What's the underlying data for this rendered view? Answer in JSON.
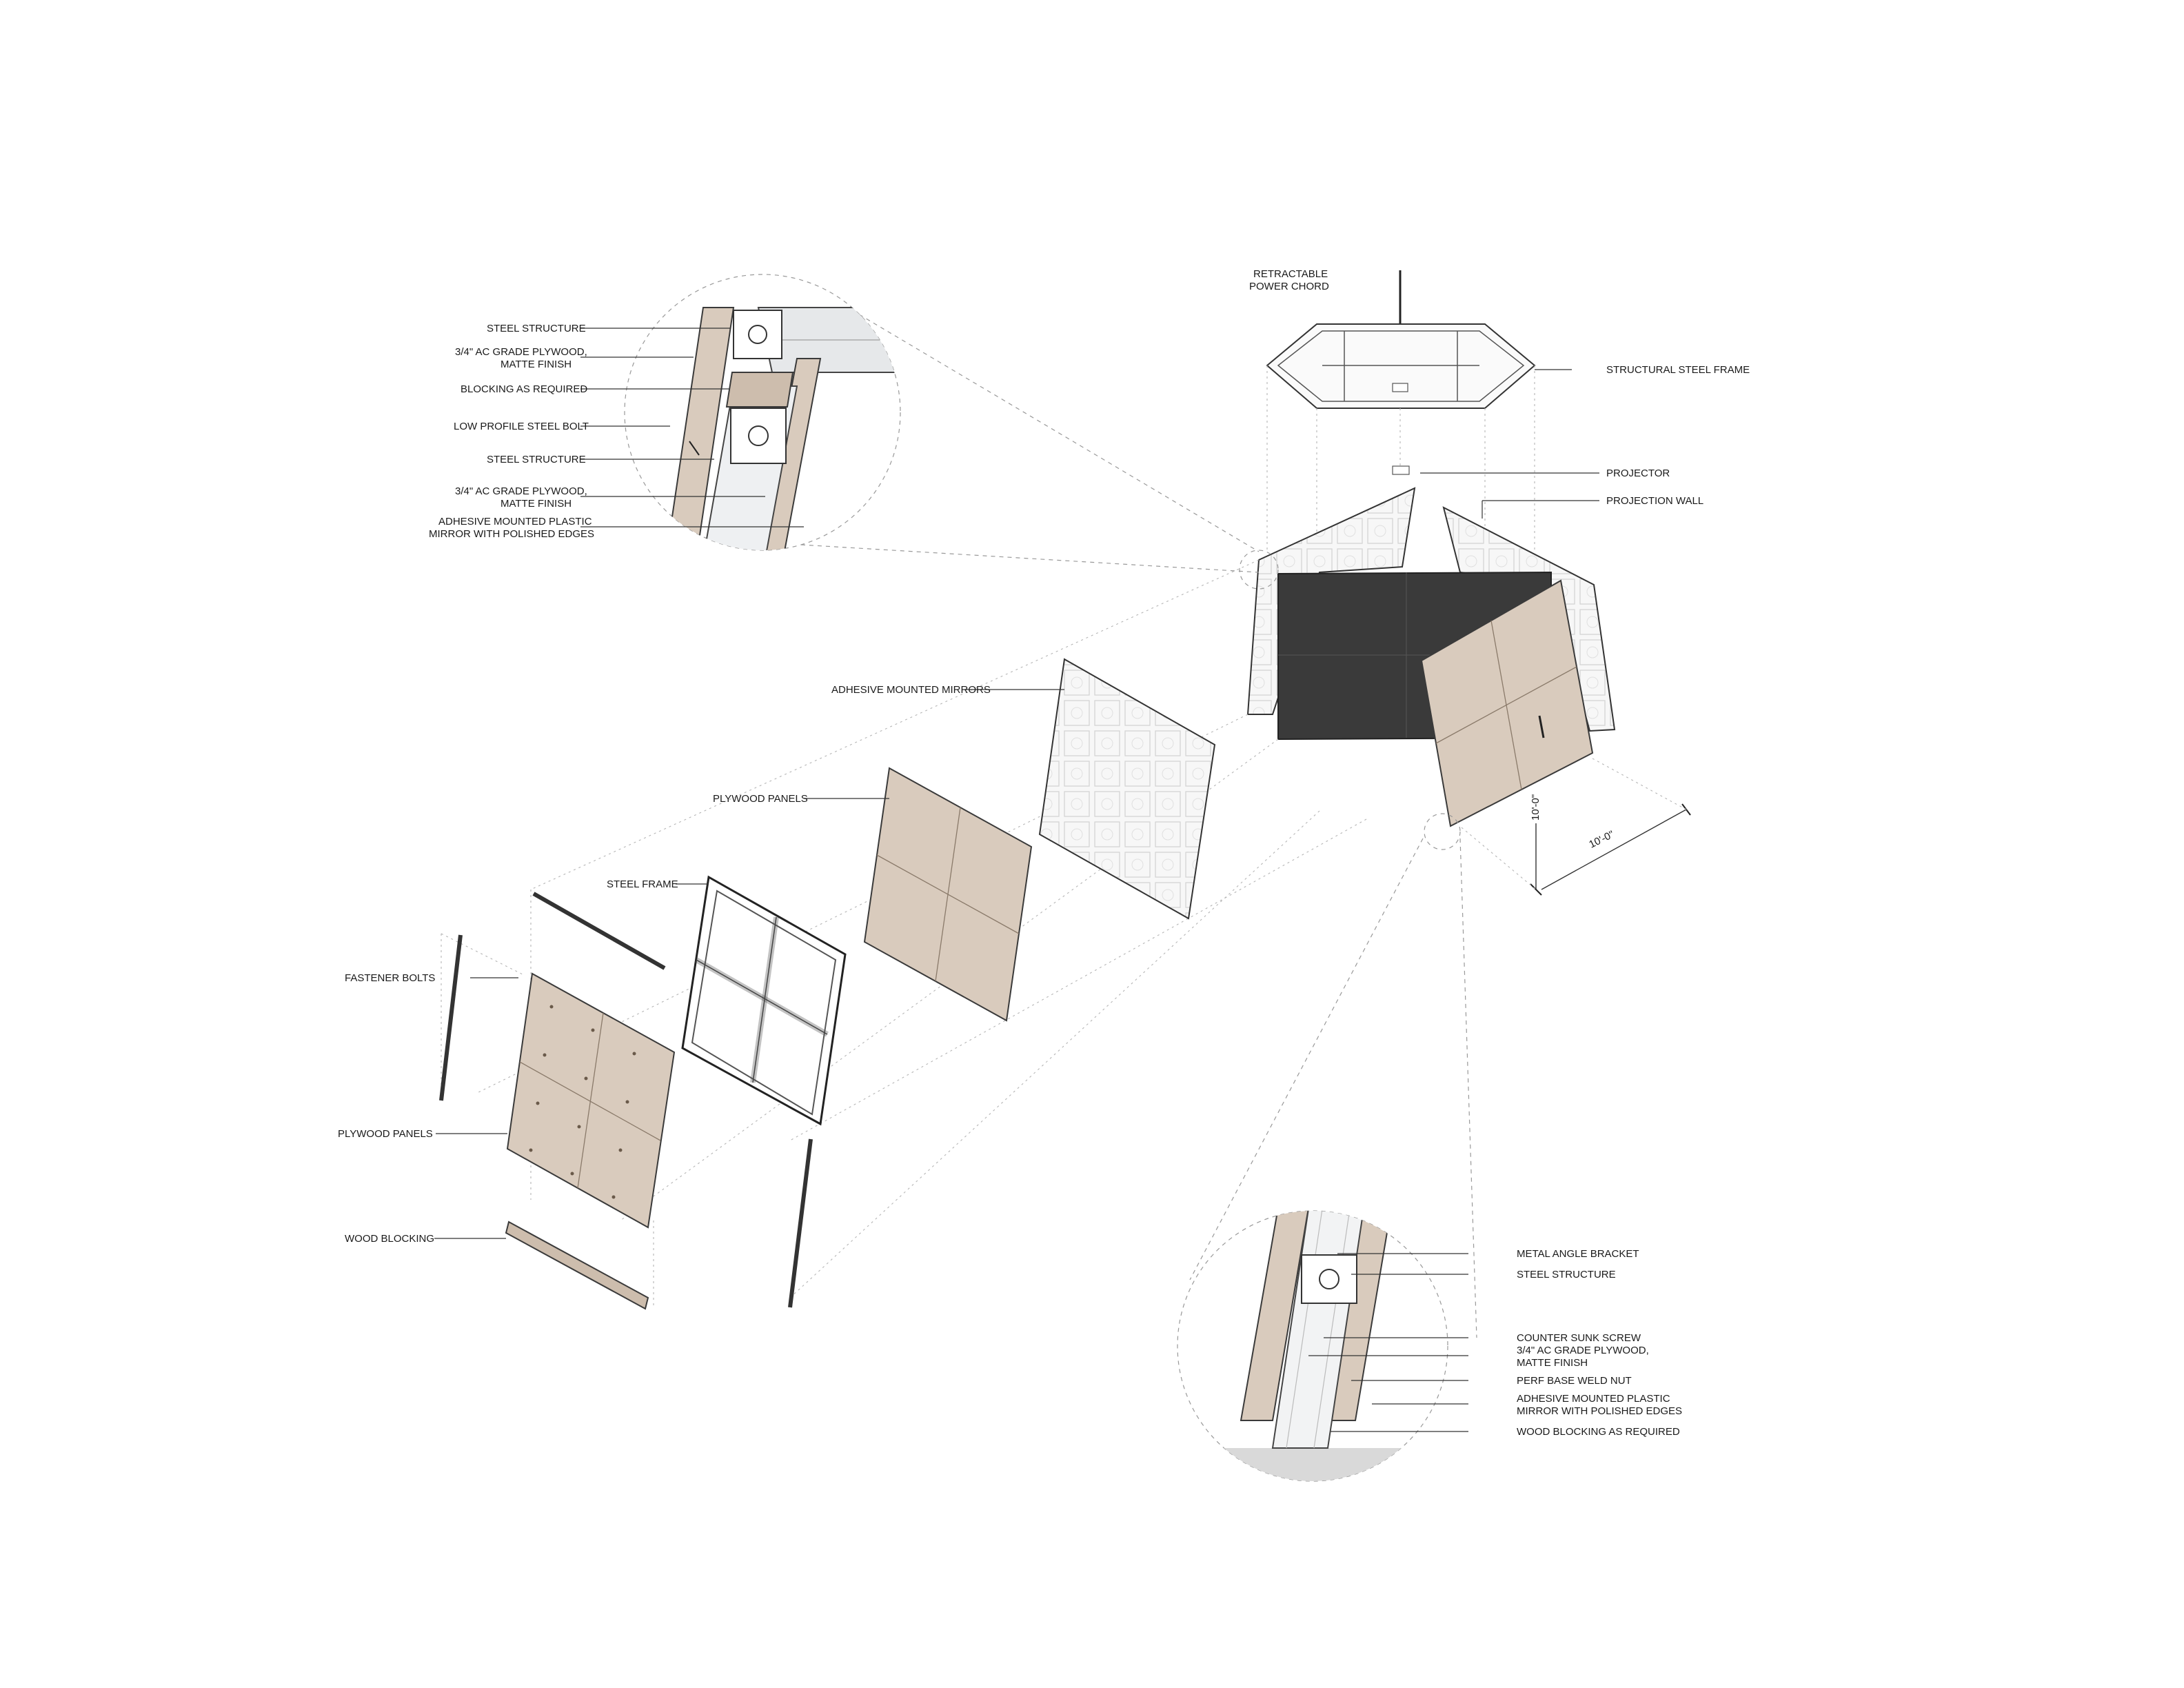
{
  "labels": {
    "power_chord": [
      "RETRACTABLE",
      "POWER CHORD"
    ],
    "structural_steel_frame": "STRUCTURAL STEEL FRAME",
    "projector": "PROJECTOR",
    "projection_wall": "PROJECTION WALL",
    "adhesive_mounted_mirrors": "ADHESIVE MOUNTED MIRRORS",
    "plywood_panels_upper": "PLYWOOD PANELS",
    "steel_frame": "STEEL FRAME",
    "fastener_bolts": "FASTENER BOLTS",
    "plywood_panels_lower": "PLYWOOD PANELS",
    "wood_blocking": "WOOD BLOCKING",
    "dim_height": "10'-0\"",
    "dim_width": "10'-0\""
  },
  "detail_top": {
    "steel_structure_1": "STEEL STRUCTURE",
    "plywood_1": [
      "3/4\" AC GRADE PLYWOOD,",
      "MATTE FINISH"
    ],
    "blocking": "BLOCKING AS REQUIRED",
    "bolt": "LOW PROFILE STEEL BOLT",
    "steel_structure_2": "STEEL STRUCTURE",
    "plywood_2": [
      "3/4\" AC GRADE PLYWOOD,",
      "MATTE FINISH"
    ],
    "mirror": [
      "ADHESIVE MOUNTED PLASTIC",
      "MIRROR WITH POLISHED EDGES"
    ]
  },
  "detail_bottom": {
    "bracket": "METAL ANGLE BRACKET",
    "steel_structure": "STEEL STRUCTURE",
    "screw": "COUNTER SUNK SCREW",
    "plywood": [
      "3/4\" AC GRADE PLYWOOD,",
      "MATTE FINISH"
    ],
    "weld_nut": "PERF BASE WELD NUT",
    "mirror": [
      "ADHESIVE MOUNTED PLASTIC",
      "MIRROR WITH POLISHED EDGES"
    ],
    "blocking": "WOOD BLOCKING AS REQUIRED"
  },
  "colors": {
    "plywood": "#d9cbbd",
    "projection_wall": "#3a3a3a",
    "mirror": "#f6f6f6",
    "steel": "#e6e8ea"
  }
}
